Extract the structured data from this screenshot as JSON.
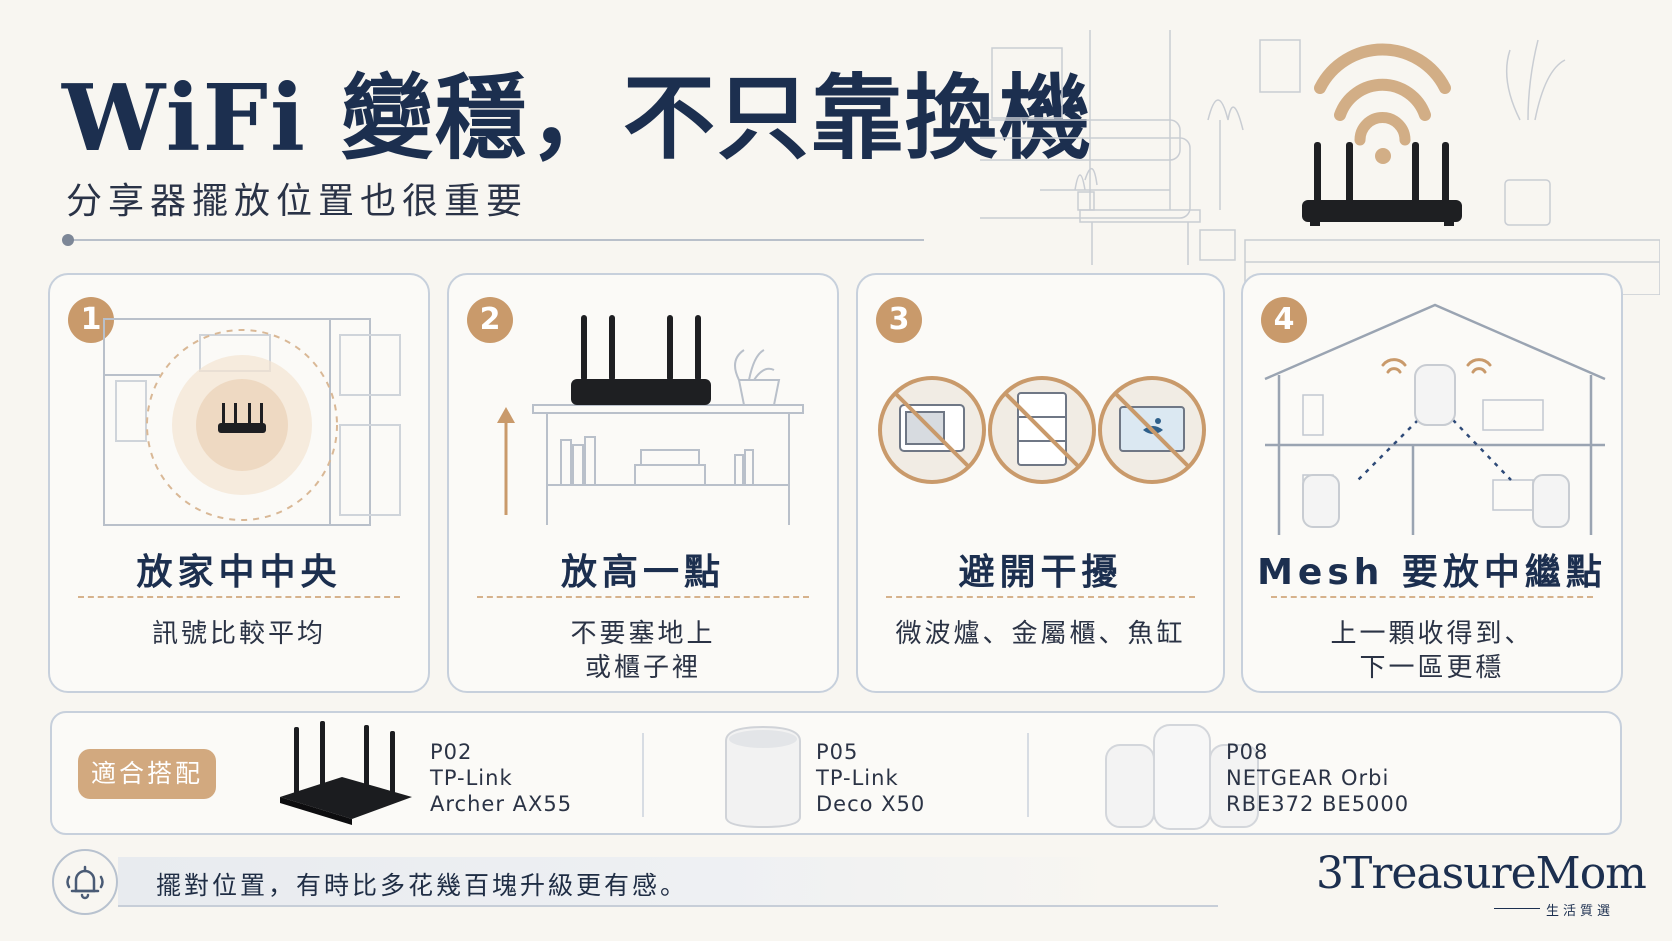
{
  "header": {
    "title": "WiFi 變穩，不只靠換機",
    "subtitle": "分享器擺放位置也很重要"
  },
  "cards": [
    {
      "number": "1",
      "title": "放家中中央",
      "desc": "訊號比較平均"
    },
    {
      "number": "2",
      "title": "放高一點",
      "desc": "不要塞地上\n或櫃子裡"
    },
    {
      "number": "3",
      "title": "避開干擾",
      "desc": "微波爐、金屬櫃、魚缸"
    },
    {
      "number": "4",
      "title": "Mesh 要放中繼點",
      "desc": "上一顆收得到、\n下一區更穩"
    }
  ],
  "products": {
    "badge": "適合搭配",
    "items": [
      {
        "code": "P02",
        "brand": "TP-Link",
        "model": "Archer AX55"
      },
      {
        "code": "P05",
        "brand": "TP-Link",
        "model": "Deco X50"
      },
      {
        "code": "P08",
        "brand": "NETGEAR Orbi",
        "model": "RBE372 BE5000"
      }
    ]
  },
  "tip": {
    "text": "擺對位置，有時比多花幾百塊升級更有感。",
    "icon": "bell-icon"
  },
  "brand": {
    "name": "3TreasureMom",
    "tagline": "生活質選"
  },
  "colors": {
    "navy": "#1c2f4f",
    "accent": "#c99a6b",
    "border": "#c7d0dc",
    "background": "#f8f6f1"
  }
}
